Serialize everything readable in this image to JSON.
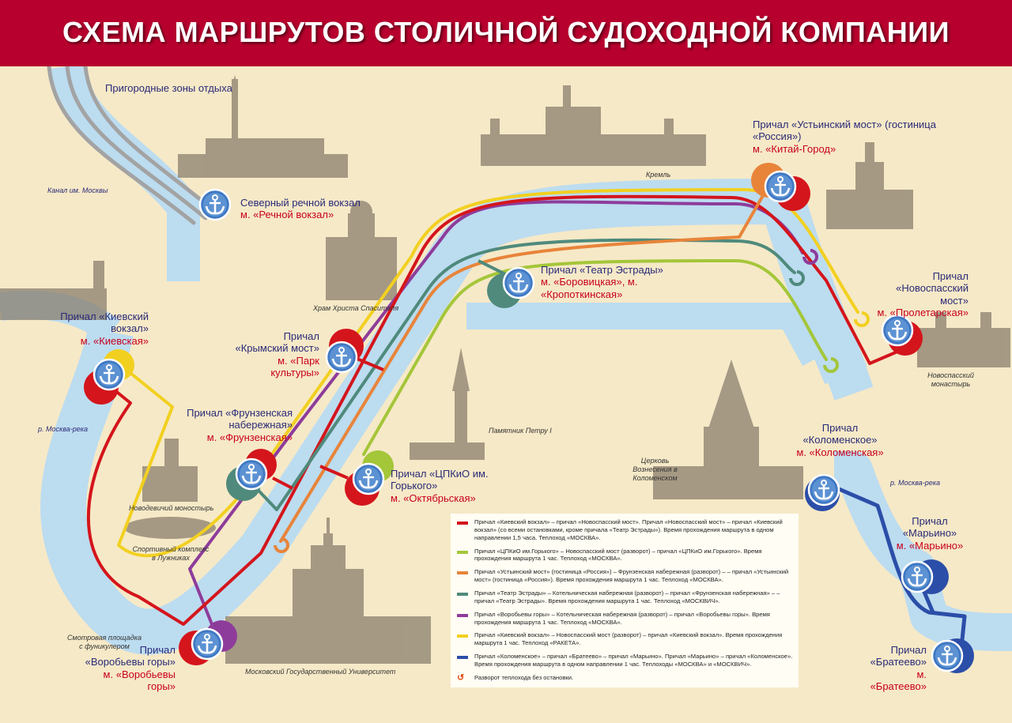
{
  "title": "СХЕМА МАРШРУТОВ СТОЛИЧНОЙ СУДОХОДНОЙ КОМПАНИИ",
  "colors": {
    "banner": "#b8002e",
    "river": "#bcdcf0",
    "route_red": "#d4151c",
    "route_lime": "#a4c639",
    "route_orange": "#e8843a",
    "route_teal": "#4f8a7c",
    "route_purple": "#8e3c9b",
    "route_yellow": "#f2d020",
    "route_blue": "#2b4ea8",
    "route_gray": "#a3a3a3"
  },
  "piers": [
    {
      "name": "Северный речной вокзал",
      "metro": "м. «Речной вокзал»"
    },
    {
      "name": "Причал «Киевский вокзал»",
      "metro": "м. «Киевская»"
    },
    {
      "name": "Причал «Крымский мост»",
      "metro": "м. «Парк культуры»"
    },
    {
      "name": "Причал «Театр Эстрады»",
      "metro": "м. «Боровицкая», м. «Кропоткинская»"
    },
    {
      "name": "Причал «Устьинский мост» (гостиница «Россия»)",
      "metro": "м. «Китай-Город»"
    },
    {
      "name": "Причал «Новоспасский мост»",
      "metro": "м. «Пролетарская»"
    },
    {
      "name": "Причал «Фрунзенская набережная»",
      "metro": "м. «Фрунзенская»"
    },
    {
      "name": "Причал «ЦПКиО им. Горького»",
      "metro": "м. «Октябрьская»"
    },
    {
      "name": "Причал «Коломенское»",
      "metro": "м. «Коломенская»"
    },
    {
      "name": "Причал «Марьино»",
      "metro": "м. «Марьино»"
    },
    {
      "name": "Причал «Воробьевы горы»",
      "metro": "м. «Воробьевы горы»"
    },
    {
      "name": "Причал «Братеево»",
      "metro": "м. «Братеево»"
    }
  ],
  "labels": {
    "suburban": "Пригородные зоны отдыха",
    "canal": "Канал им. Москвы",
    "river_left": "р. Москва-река",
    "river_right": "р. Москва-река",
    "kremlin": "Кремль",
    "cathedral": "Храм Христа Спасителя",
    "peter": "Памятник Петру I",
    "novodevichy": "Новодевичий моностырь",
    "luzhniki": "Спортивный комплекс в Лужниках",
    "observation": "Смотровая площадка с фуникулером",
    "msu": "Московский Государственный Университет",
    "church": "Церковь Вознесения в Коломенском",
    "novospassky": "Новоспасский монастырь"
  },
  "legend": [
    {
      "color": "#d4151c",
      "text": "Причал «Киевский вокзал» – причал «Новоспасский мост». Причал «Новоспасский мост» – причал «Киевский вокзал» (со всеми остановками, кроме причала «Театр Эстрады»). Время прохождения маршрута в одном направлении  1,5 часа. Теплоход «МОСКВА»."
    },
    {
      "color": "#a4c639",
      "text": "Причал «ЦПКиО им.Горького» – Новоспасский мост (разворот) – причал «ЦПКиО им.Горького». Время прохождения маршрута  1 час. Теплоход «МОСКВА»."
    },
    {
      "color": "#e8843a",
      "text": "Причал «Устьинский мост» (гостиница «Россия») – Фрунзенская набережная (разворот) – – причал «Устьинский мост» (гостиница «Россия»). Время прохождения маршрута  1 час. Теплоход «МОСКВА»."
    },
    {
      "color": "#4f8a7c",
      "text": "Причал «Театр Эстрады» – Котельническая набережная (разворот) – причал «Фрунзенская набережная» – – причал «Театр Эстрады». Время прохождения маршрута  1 час. Теплоход «МОСКВИЧ»."
    },
    {
      "color": "#8e3c9b",
      "text": "Причал «Воробьевы горы» – Котельническая набережная (разворот) – причал «Воробьевы горы». Время прохождения маршрута  1 час. Теплоход «МОСКВА»."
    },
    {
      "color": "#f2d020",
      "text": "Причал «Киевский вокзал» – Новоспасский мост (разворот) – причал «Киевский вокзал». Время прохождения маршрута  1 час. Теплоход «РАКЕТА»."
    },
    {
      "color": "#2b4ea8",
      "text": "Причал «Коломенское» – причал «Братеево» – причал «Марьино». Причал «Марьино» – причал «Коломенское». Время прохождения маршрута в одном направлении  1 час. Теплоходы «МОСКВА» и «МОСКВИЧ»."
    }
  ],
  "legend_uturn": "Разворот теплохода без остановки.",
  "icons": {
    "pier": "anchor-icon",
    "turnaround": "u-turn-icon"
  }
}
